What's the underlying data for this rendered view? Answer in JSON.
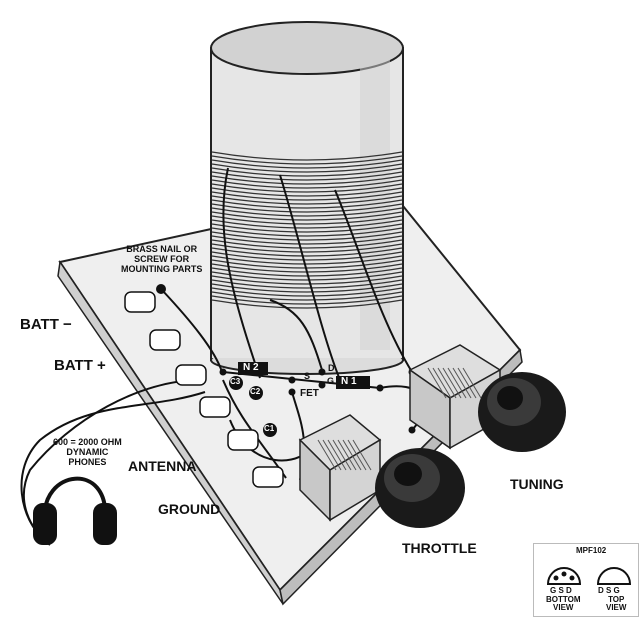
{
  "labels": {
    "brass_nail": [
      "BRASS NAIL OR",
      "SCREW FOR",
      "MOUNTING PARTS"
    ],
    "batt_minus": "BATT −",
    "batt_plus": "BATT +",
    "phones": [
      "600 = 2000 OHM",
      "DYNAMIC",
      "PHONES"
    ],
    "antenna": "ANTENNA",
    "ground": "GROUND",
    "throttle": "THROTTLE",
    "tuning": "TUNING",
    "n1": "N 1",
    "n2": "N 2",
    "fet": "FET",
    "s": "S",
    "d": "D",
    "g": "G",
    "c1": "C1",
    "c2": "C2",
    "c3": "C3"
  },
  "inset": {
    "part": "MPF102",
    "bottom_pins": "G S D",
    "bottom_view": [
      "BOTTOM",
      "VIEW"
    ],
    "top_pins": "D  S  G",
    "top_view": [
      "TOP",
      "VIEW"
    ]
  }
}
